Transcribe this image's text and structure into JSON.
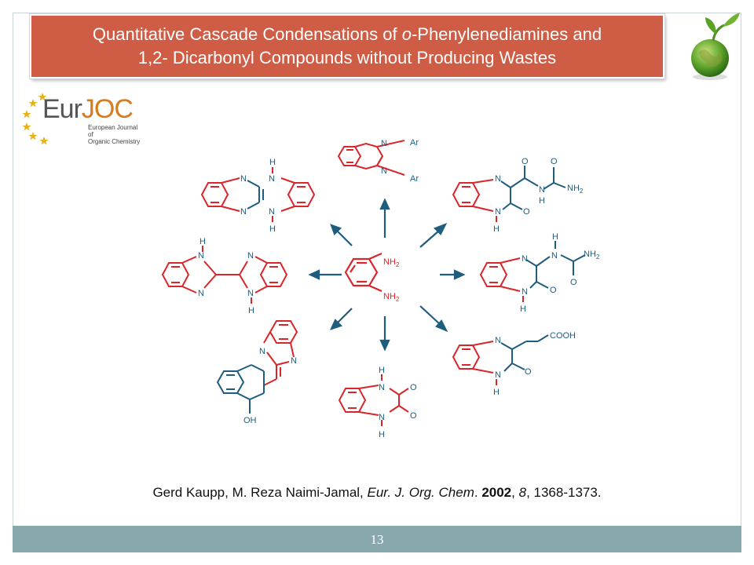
{
  "slide": {
    "title_line1_pre": "Quantitative Cascade Condensations of ",
    "title_line1_italic": "o",
    "title_line1_post": "-Phenylenediamines and",
    "title_line2": "1,2- Dicarbonyl Compounds without Producing Wastes",
    "logo": {
      "word_eur": "Eur",
      "word_joc": "JOC",
      "subtitle_line1": "European Journal of",
      "subtitle_line2": "Organic Chemistry"
    },
    "citation": {
      "authors": "Gerd Kaupp, M. Reza Naimi-Jamal, ",
      "journal": "Eur. J. Org. Chem",
      "dot": ". ",
      "year": "2002",
      "sep1": ", ",
      "volume": "8",
      "pages": ", 1368-1373."
    },
    "page_number": "13"
  },
  "colors": {
    "title_bg": "#cf5d45",
    "red_structure": "#d8262b",
    "blue_structure": "#1f5d7f",
    "footer_bar": "#87a9ad",
    "logo_orange": "#d97a1e",
    "star_yellow": "#e9b21a"
  },
  "labels": {
    "N": "N",
    "H": "H",
    "O": "O",
    "Ar": "Ar",
    "NH2": "NH",
    "sub2": "2",
    "COOH": "COOH",
    "OH": "OH"
  }
}
